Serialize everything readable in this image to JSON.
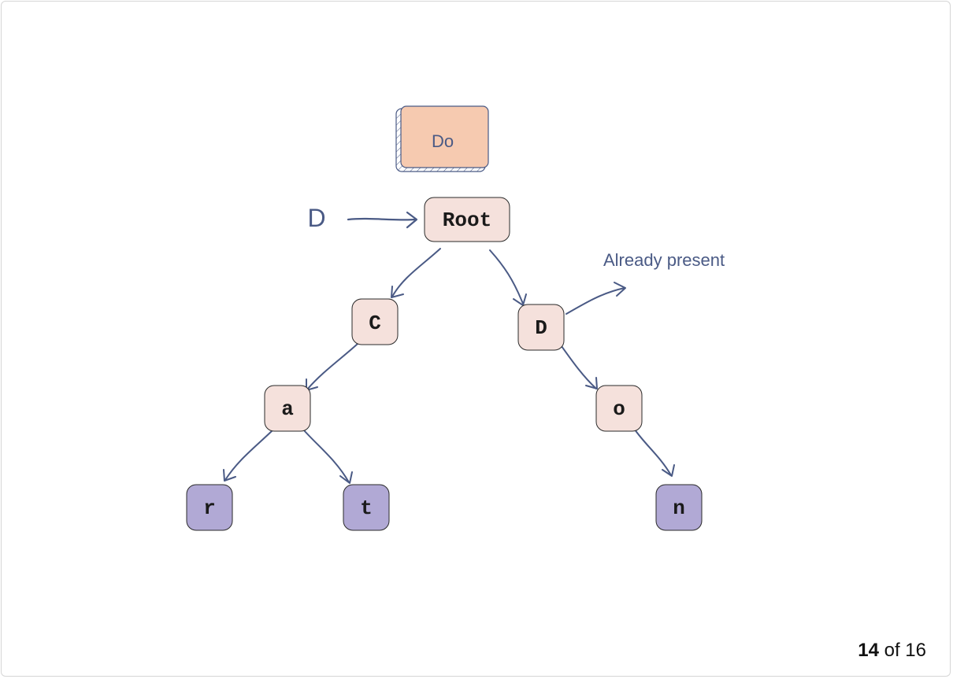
{
  "diagram": {
    "input_word": "Do",
    "current_char": "D",
    "root_label": "Root",
    "annotation": "Already present",
    "nodes": {
      "c": "C",
      "d": "D",
      "a": "a",
      "o": "o",
      "r": "r",
      "t": "t",
      "n": "n"
    }
  },
  "colors": {
    "node_fill": "#f5e1dc",
    "leaf_fill": "#b1a9d5",
    "input_fill": "#f6cab0",
    "ink": "#4a5a85"
  },
  "pager": {
    "current": "14",
    "separator": "of",
    "total": "16"
  }
}
